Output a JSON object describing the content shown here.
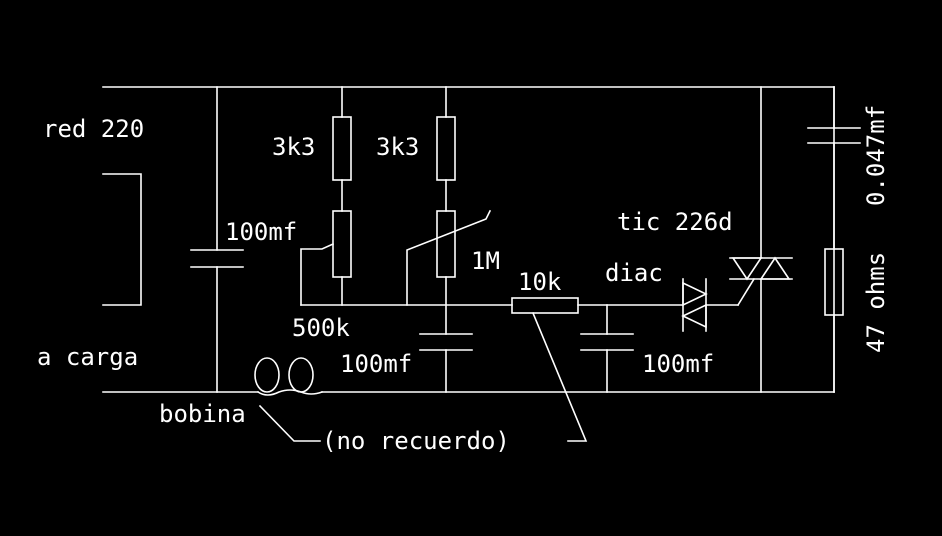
{
  "colors": {
    "background": "#000000",
    "line": "#ffffff"
  },
  "labels": {
    "source": "red 220",
    "load": "a carga",
    "cap_input": "100mf",
    "res_top_left": "3k3",
    "res_top_right": "3k3",
    "pot_500k": "500k",
    "pot_1m": "1M",
    "cap_mid": "100mf",
    "res_10k": "10k",
    "diac": "diac",
    "cap_gate": "100mf",
    "triac": "tic 226d",
    "snubber_r": "47 ohms",
    "snubber_c": "0.047mf",
    "coil": "bobina",
    "coil_note": "(no recuerdo)"
  }
}
